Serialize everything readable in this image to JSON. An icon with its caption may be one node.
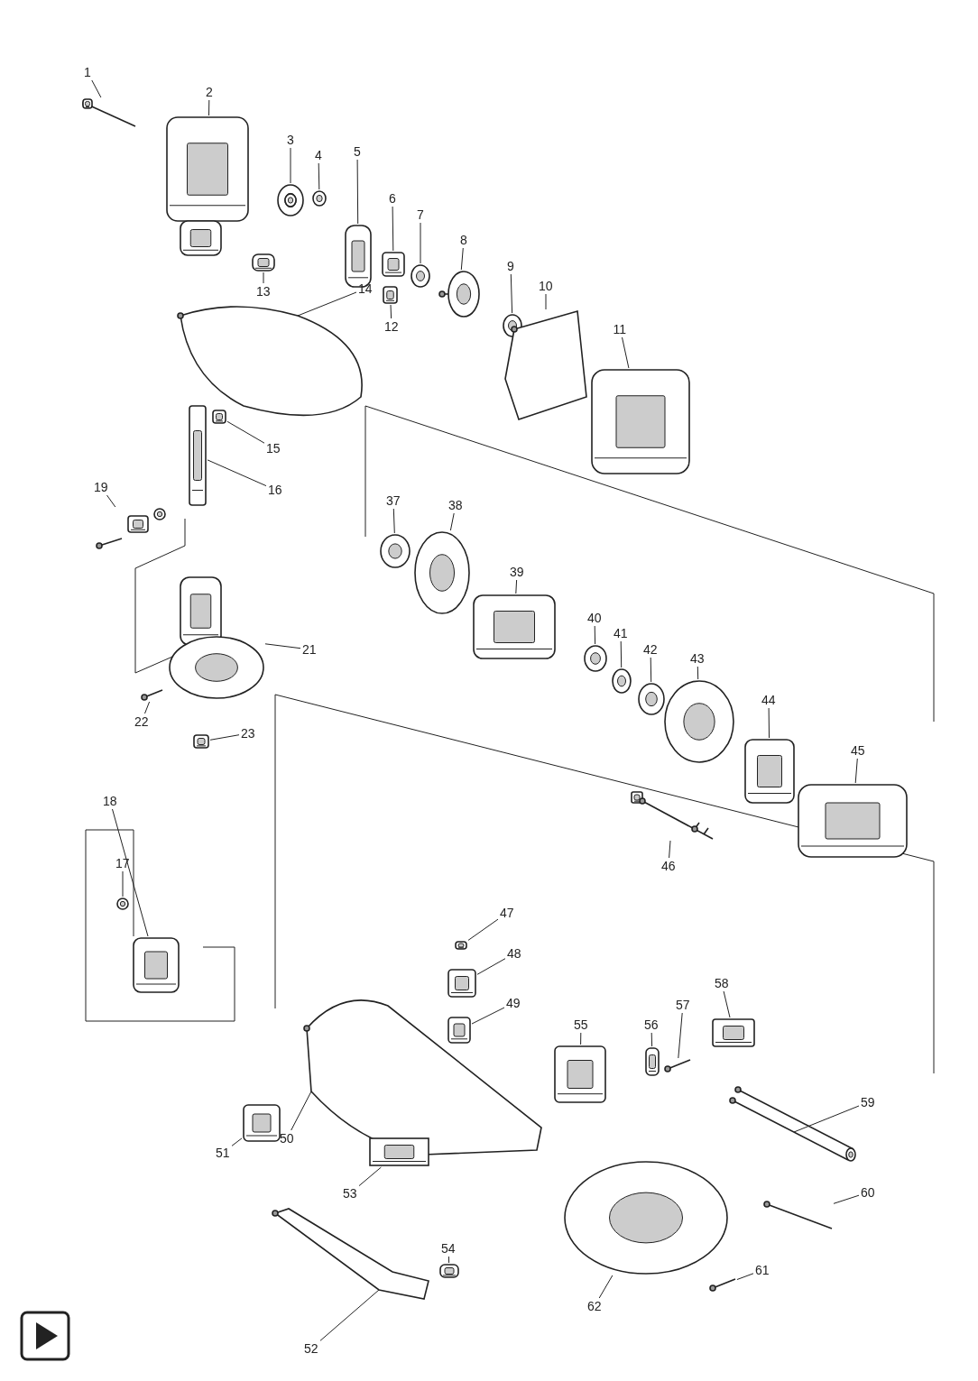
{
  "diagram": {
    "nodes": [
      {
        "text": [
          "1"
        ]
      },
      {
        "text": [
          "2"
        ]
      },
      {
        "text": [
          "3"
        ]
      },
      {
        "text": [
          "4"
        ]
      },
      {
        "text": [
          "5"
        ]
      },
      {
        "text": [
          "6"
        ]
      },
      {
        "text": [
          "7"
        ]
      },
      {
        "text": [
          "8"
        ]
      },
      {
        "text": [
          "9"
        ]
      },
      {
        "text": [
          "10"
        ]
      },
      {
        "text": [
          "11"
        ]
      },
      {
        "text": [
          "12"
        ]
      },
      {
        "text": [
          "13"
        ]
      },
      {
        "text": [
          "14"
        ]
      },
      {
        "text": [
          "15"
        ]
      },
      {
        "text": [
          "16"
        ]
      },
      {
        "text": [
          "17"
        ]
      },
      {
        "text": [
          "18"
        ]
      },
      {
        "text": [
          "19"
        ]
      },
      {
        "text": [
          "21"
        ]
      },
      {
        "text": [
          "22"
        ]
      },
      {
        "text": [
          "23"
        ]
      },
      {
        "text": [
          "37"
        ]
      },
      {
        "text": [
          "38"
        ]
      },
      {
        "text": [
          "39"
        ]
      },
      {
        "text": [
          "40"
        ]
      },
      {
        "text": [
          "41"
        ]
      },
      {
        "text": [
          "42"
        ]
      },
      {
        "text": [
          "43"
        ]
      },
      {
        "text": [
          "44"
        ]
      },
      {
        "text": [
          "45"
        ]
      },
      {
        "text": [
          "46"
        ]
      },
      {
        "text": [
          "47"
        ]
      },
      {
        "text": [
          "48"
        ]
      },
      {
        "text": [
          "49"
        ]
      },
      {
        "text": [
          "50"
        ]
      },
      {
        "text": [
          "51"
        ]
      },
      {
        "text": [
          "52"
        ]
      },
      {
        "text": [
          "53"
        ]
      },
      {
        "text": [
          "54"
        ]
      },
      {
        "text": [
          "55"
        ]
      },
      {
        "text": [
          "56"
        ]
      },
      {
        "text": [
          "57"
        ]
      },
      {
        "text": [
          "58"
        ]
      },
      {
        "text": [
          "59"
        ]
      },
      {
        "text": [
          "60"
        ]
      },
      {
        "text": [
          "61"
        ]
      },
      {
        "text": [
          "62"
        ]
      },
      {
        "text": [],
        "shape": "picture"
      },
      {
        "text": [],
        "shape": "picture"
      },
      {
        "text": [],
        "shape": "picture"
      },
      {
        "text": [],
        "shape": "picture"
      },
      {
        "text": [],
        "shape": "picture"
      },
      {
        "text": [],
        "shape": "picture"
      },
      {
        "text": [],
        "shape": "picture"
      },
      {
        "text": [],
        "shape": "picture"
      },
      {
        "text": [],
        "shape": "picture"
      },
      {
        "text": [],
        "shape": "picture"
      },
      {
        "text": [],
        "shape": "picture"
      },
      {
        "text": [],
        "shape": "picture"
      },
      {
        "text": [],
        "shape": "picture"
      },
      {
        "text": [],
        "shape": "picture"
      },
      {
        "text": [],
        "shape": "picture"
      },
      {
        "text": [],
        "shape": "picture"
      },
      {
        "text": [],
        "shape": "picture"
      },
      {
        "text": [],
        "shape": "picture"
      },
      {
        "text": [],
        "shape": "picture"
      },
      {
        "text": [],
        "shape": "picture"
      },
      {
        "text": [],
        "shape": "picture"
      },
      {
        "text": [],
        "shape": "picture"
      },
      {
        "text": [],
        "shape": "picture"
      },
      {
        "text": [],
        "shape": "picture"
      },
      {
        "text": [],
        "shape": "picture"
      },
      {
        "text": [],
        "shape": "picture"
      },
      {
        "text": [],
        "shape": "picture"
      },
      {
        "text": [],
        "shape": "picture"
      },
      {
        "text": [],
        "shape": "picture"
      },
      {
        "text": [],
        "shape": "picture"
      },
      {
        "text": [],
        "shape": "picture"
      },
      {
        "text": [],
        "shape": "picture"
      },
      {
        "text": [],
        "shape": "picture"
      },
      {
        "text": [],
        "shape": "picture"
      },
      {
        "text": [],
        "shape": "picture"
      },
      {
        "text": [],
        "shape": "picture"
      },
      {
        "text": [],
        "shape": "picture"
      },
      {
        "text": [],
        "shape": "picture"
      },
      {
        "text": [],
        "shape": "picture"
      },
      {
        "text": [],
        "shape": "picture"
      },
      {
        "text": [],
        "shape": "picture"
      },
      {
        "text": [],
        "shape": "picture"
      },
      {
        "text": [],
        "shape": "picture"
      },
      {
        "text": [],
        "shape": "picture"
      },
      {
        "text": [],
        "shape": "picture"
      },
      {
        "text": [],
        "shape": "picture"
      },
      {
        "text": [],
        "shape": "picture"
      },
      {
        "text": [],
        "shape": "picture"
      }
    ],
    "edges": [
      {
        "from": 0,
        "to": 48,
        "arrow": "none"
      },
      {
        "from": 1,
        "to": 49,
        "arrow": "none"
      },
      {
        "from": 2,
        "to": 50,
        "arrow": "none"
      },
      {
        "from": 3,
        "to": 51,
        "arrow": "none"
      },
      {
        "from": 4,
        "to": 52,
        "arrow": "none"
      },
      {
        "from": 5,
        "to": 53,
        "arrow": "none"
      },
      {
        "from": 6,
        "to": 54,
        "arrow": "none"
      },
      {
        "from": 7,
        "to": 55,
        "arrow": "none"
      },
      {
        "from": 8,
        "to": 56,
        "arrow": "none"
      },
      {
        "from": 9,
        "to": 57,
        "arrow": "none"
      },
      {
        "from": 10,
        "to": 58,
        "arrow": "none"
      },
      {
        "from": 11,
        "to": 59,
        "arrow": "none"
      },
      {
        "from": 12,
        "to": 60,
        "arrow": "none"
      },
      {
        "from": 13,
        "to": 61,
        "arrow": "none"
      },
      {
        "from": 14,
        "to": 62,
        "arrow": "none"
      },
      {
        "from": 15,
        "to": 63,
        "arrow": "none"
      },
      {
        "from": 16,
        "to": 64,
        "arrow": "none"
      },
      {
        "from": 17,
        "to": 65,
        "arrow": "none"
      },
      {
        "from": 18,
        "to": 66,
        "arrow": "none"
      },
      {
        "from": 19,
        "to": 67,
        "arrow": "none"
      },
      {
        "from": 20,
        "to": 68,
        "arrow": "none"
      },
      {
        "from": 21,
        "to": 69,
        "arrow": "none"
      },
      {
        "from": 22,
        "to": 70,
        "arrow": "none"
      },
      {
        "from": 23,
        "to": 71,
        "arrow": "none"
      },
      {
        "from": 24,
        "to": 72,
        "arrow": "none"
      },
      {
        "from": 25,
        "to": 73,
        "arrow": "none"
      },
      {
        "from": 26,
        "to": 74,
        "arrow": "none"
      },
      {
        "from": 27,
        "to": 75,
        "arrow": "none"
      },
      {
        "from": 28,
        "to": 76,
        "arrow": "none"
      },
      {
        "from": 29,
        "to": 77,
        "arrow": "none"
      },
      {
        "from": 30,
        "to": 78,
        "arrow": "none"
      },
      {
        "from": 31,
        "to": 79,
        "arrow": "none"
      },
      {
        "from": 32,
        "to": 80,
        "arrow": "none"
      },
      {
        "from": 33,
        "to": 81,
        "arrow": "none"
      },
      {
        "from": 34,
        "to": 82,
        "arrow": "none"
      },
      {
        "from": 35,
        "to": 83,
        "arrow": "none"
      },
      {
        "from": 36,
        "to": 84,
        "arrow": "none"
      },
      {
        "from": 37,
        "to": 85,
        "arrow": "none"
      },
      {
        "from": 38,
        "to": 86,
        "arrow": "none"
      },
      {
        "from": 39,
        "to": 87,
        "arrow": "none"
      },
      {
        "from": 40,
        "to": 88,
        "arrow": "none"
      },
      {
        "from": 41,
        "to": 89,
        "arrow": "none"
      },
      {
        "from": 42,
        "to": 90,
        "arrow": "none"
      },
      {
        "from": 43,
        "to": 91,
        "arrow": "none"
      },
      {
        "from": 44,
        "to": 92,
        "arrow": "none"
      },
      {
        "from": 45,
        "to": 93,
        "arrow": "none"
      },
      {
        "from": 46,
        "to": 94,
        "arrow": "none"
      },
      {
        "from": 47,
        "to": 95,
        "arrow": "none"
      }
    ]
  }
}
